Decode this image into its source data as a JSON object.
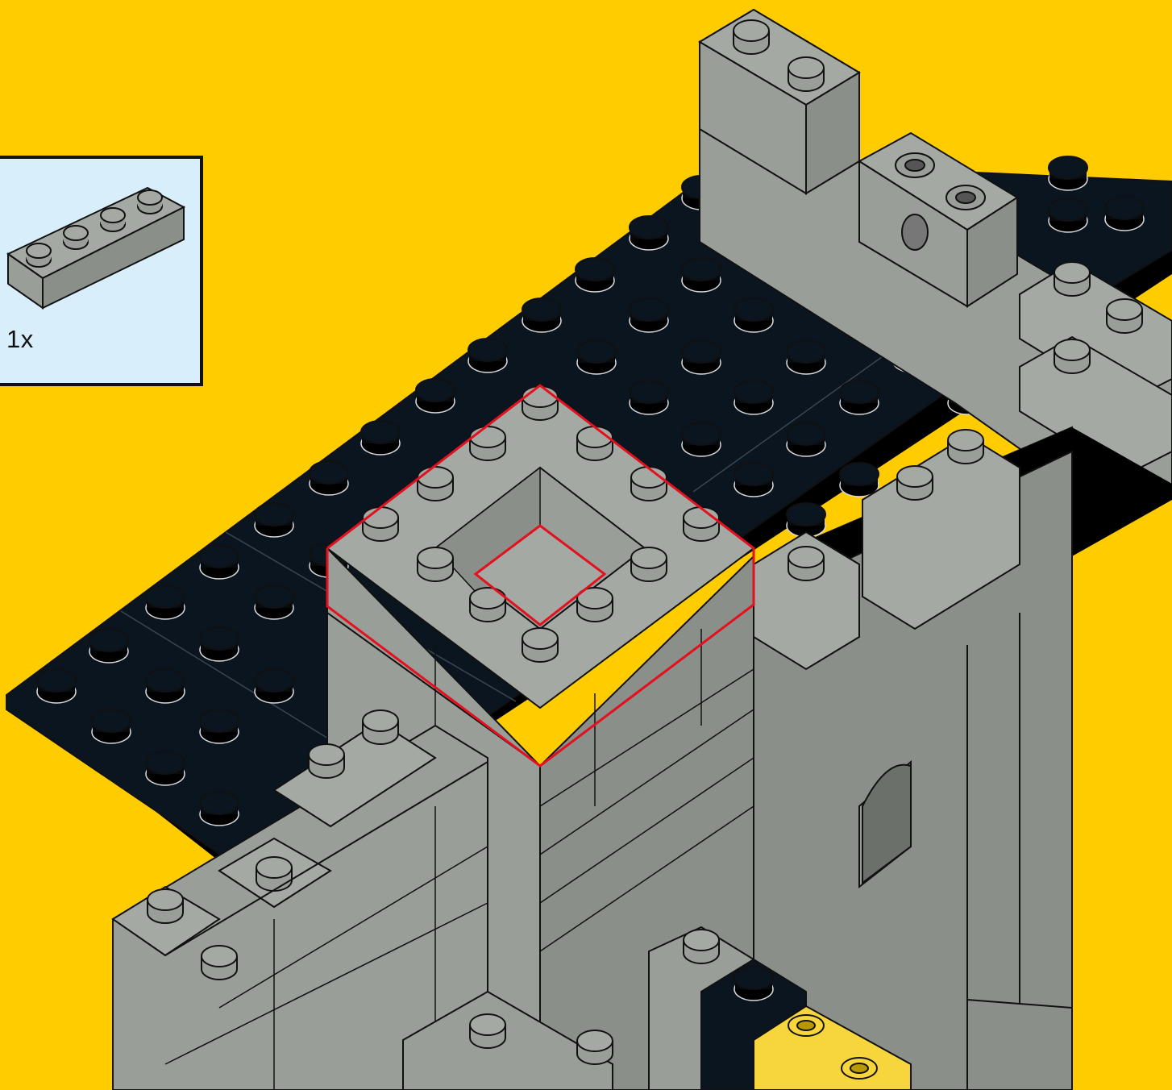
{
  "page": {
    "background": "#FFCC00"
  },
  "step": {
    "parts_callout": {
      "background": "#D9EEFB",
      "parts": [
        {
          "name": "1x4 brick",
          "color": "light bluish gray",
          "quantity_label": "1x"
        }
      ]
    },
    "highlight_color": "#E3101E"
  },
  "palette": {
    "brick_top": "#A5A9A4",
    "brick_left": "#9A9E99",
    "brick_right": "#8B8F8A",
    "plate_top": "#0A1520",
    "plate_side": "#000000",
    "yellow_part": "#F6D63C",
    "outline": "#111111"
  }
}
